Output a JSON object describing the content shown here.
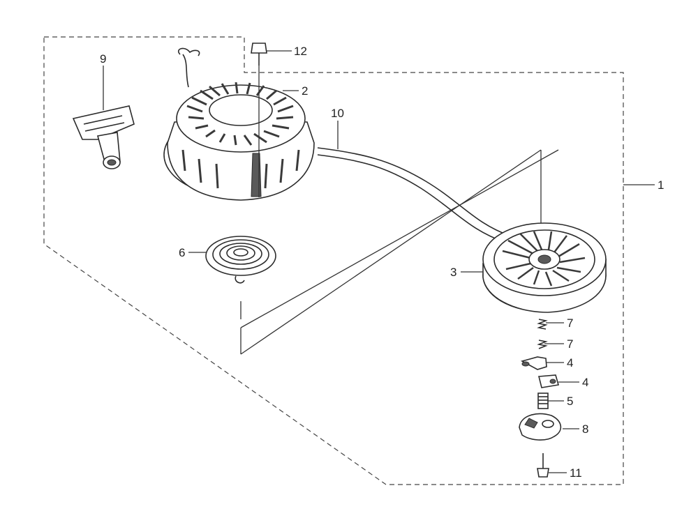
{
  "callouts": {
    "c1": "1",
    "c2": "2",
    "c3": "3",
    "c4a": "4",
    "c4b": "4",
    "c5": "5",
    "c6": "6",
    "c7a": "7",
    "c7b": "7",
    "c8": "8",
    "c9": "9",
    "c10": "10",
    "c11": "11",
    "c12": "12"
  }
}
